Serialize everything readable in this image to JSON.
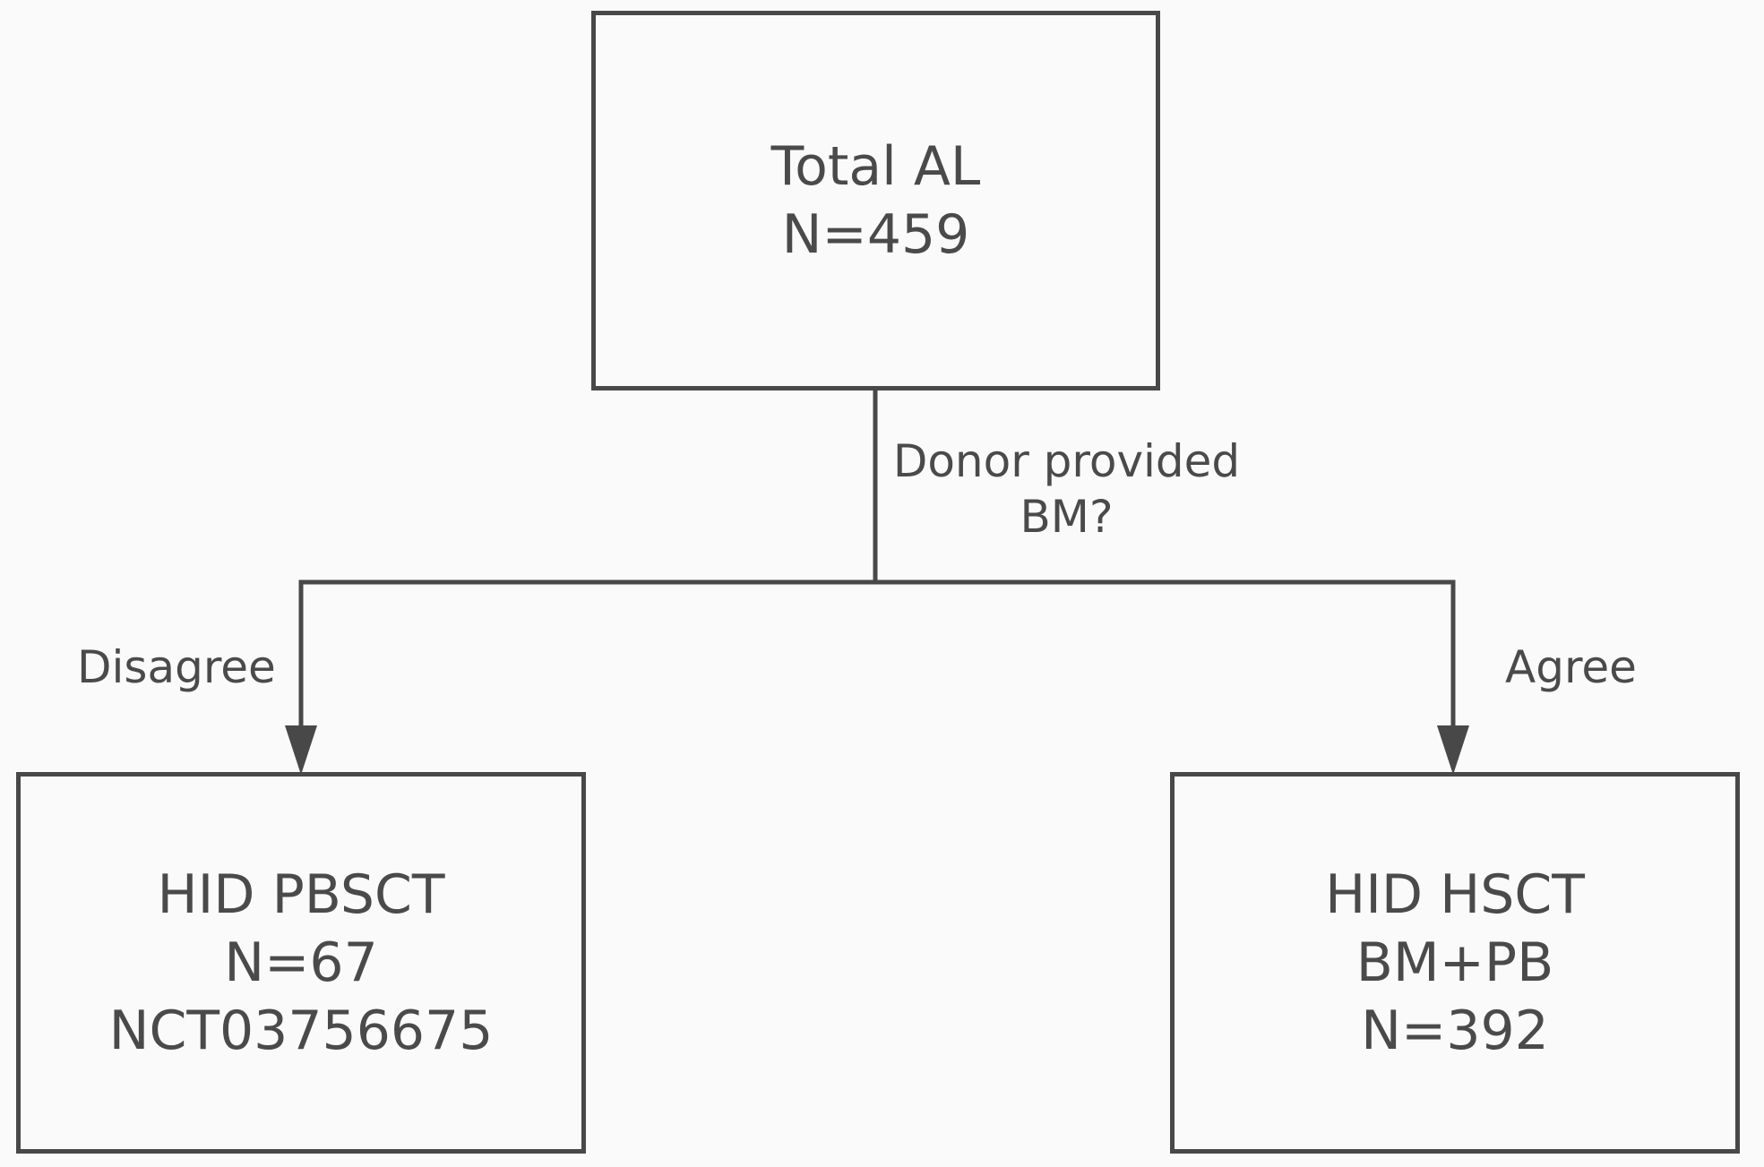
{
  "diagram": {
    "root": {
      "lines": [
        "Total AL",
        "N=459"
      ]
    },
    "question": {
      "lines": [
        "Donor provided",
        "BM?"
      ]
    },
    "branches": {
      "left": {
        "label": "Disagree",
        "lines": [
          "HID PBSCT",
          "N=67",
          "NCT03756675"
        ]
      },
      "right": {
        "label": "Agree",
        "lines": [
          "HID HSCT",
          "BM+PB",
          "N=392"
        ]
      }
    }
  },
  "colors": {
    "background": "#fafafa",
    "stroke": "#484848",
    "text": "#4a4a4a"
  }
}
